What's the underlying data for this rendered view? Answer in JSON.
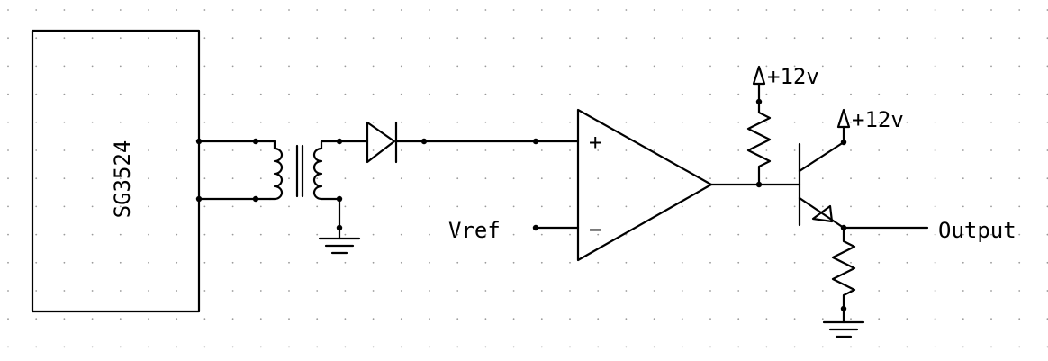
{
  "block": {
    "label": "SG3524"
  },
  "labels": {
    "vref": "Vref",
    "output": "Output",
    "supply_resistor": "+12v",
    "supply_transistor": "+12v"
  },
  "opamp": {
    "plus_sign": "+",
    "minus_sign": "−"
  }
}
